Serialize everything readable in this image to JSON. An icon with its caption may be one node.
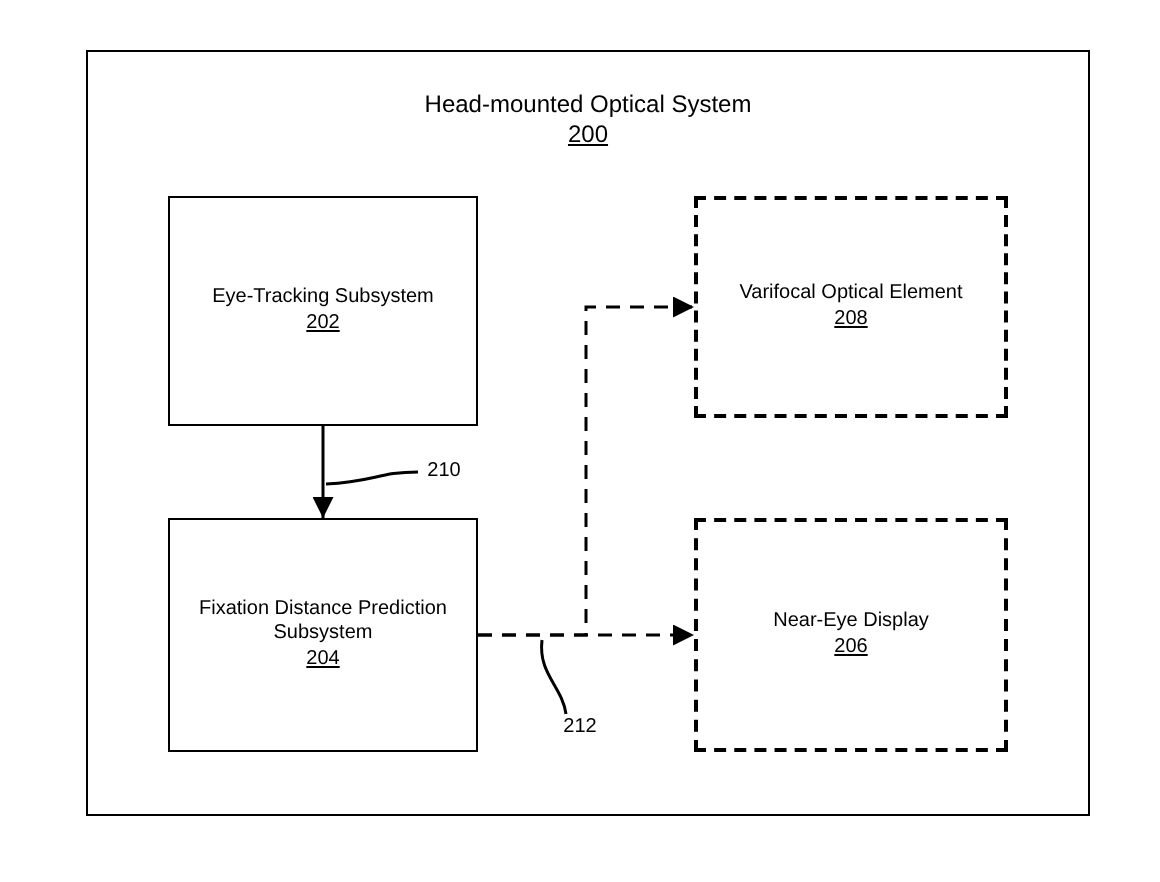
{
  "diagram": {
    "nodes": [
      {
        "text": [
          "Head-mounted Optical System",
          "200"
        ]
      },
      {
        "text": [
          "Eye-Tracking Subsystem",
          "202"
        ],
        "in": 0
      },
      {
        "text": [
          "Fixation Distance Prediction Subsystem",
          "204"
        ],
        "in": 0
      },
      {
        "text": [
          "Varifocal Optical Element",
          "208"
        ],
        "in": 0
      },
      {
        "text": [
          "Near-Eye Display",
          "206"
        ],
        "in": 0
      },
      {
        "text": [
          "210"
        ],
        "in": 0
      },
      {
        "text": [
          "212"
        ],
        "in": 0
      }
    ],
    "edges": [
      {
        "from": 1,
        "to": 2,
        "arrow": "to"
      },
      {
        "from": 2,
        "to": 3,
        "arrow": "to",
        "style": "dashed"
      },
      {
        "from": 2,
        "to": 4,
        "arrow": "to",
        "style": "dashed"
      },
      {
        "from": 5,
        "to": null,
        "arrow": "none"
      },
      {
        "from": 6,
        "to": null,
        "arrow": "none"
      }
    ]
  }
}
